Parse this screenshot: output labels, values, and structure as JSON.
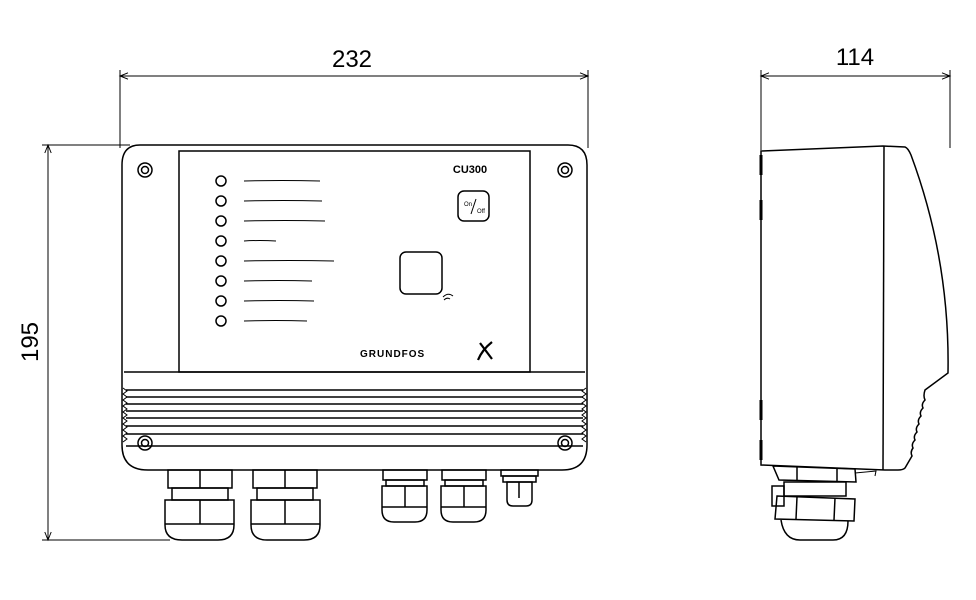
{
  "dimensions": {
    "width": "232",
    "depth": "114",
    "height": "195"
  },
  "front_panel": {
    "model_label": "CU300",
    "button_on": "On",
    "button_off": "Off",
    "brand": "GRUNDFOS",
    "led_count": 8
  },
  "colors": {
    "line": "#000000",
    "background": "#ffffff"
  }
}
